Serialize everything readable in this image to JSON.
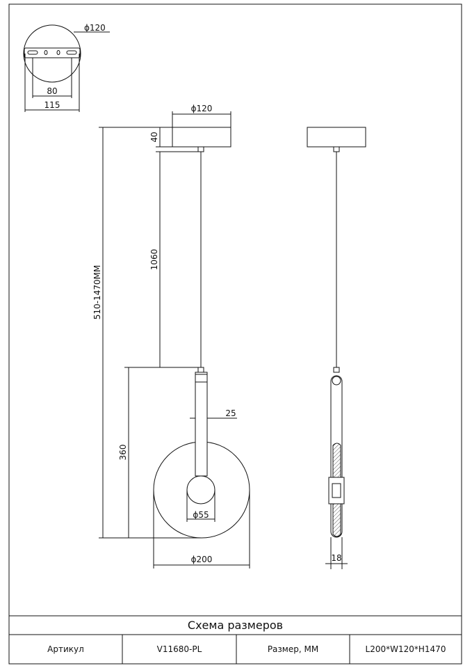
{
  "top_view": {
    "dia": "ϕ120",
    "w80": "80",
    "w115": "115"
  },
  "front_view": {
    "canopy_dia": "ϕ120",
    "canopy_h": "40",
    "cable_len": "1060",
    "total_h": "510-1470MM",
    "body_h": "360",
    "tube_w": "25",
    "ball_dia": "ϕ55",
    "disc_dia": "ϕ200"
  },
  "side_view": {
    "depth": "18"
  },
  "title_block": {
    "title": "Схема размеров",
    "article_label": "Артикул",
    "article_value": "V11680-PL",
    "size_label": "Размер, ММ",
    "size_value": "L200*W120*H1470"
  }
}
